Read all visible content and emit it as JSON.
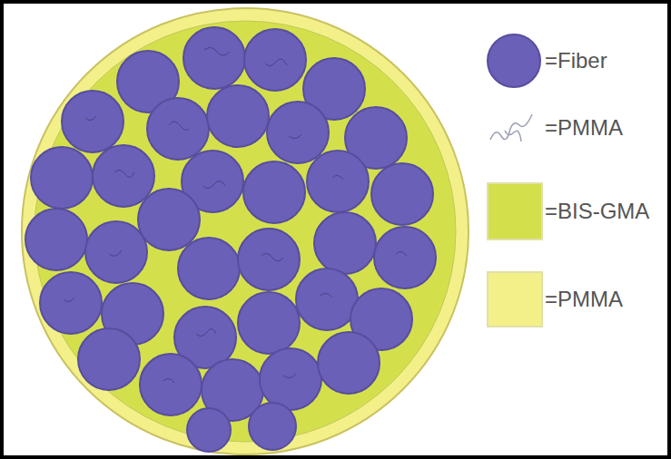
{
  "diagram": {
    "legend": [
      {
        "text": "=Fiber",
        "color": "#6b60b8"
      },
      {
        "text": "=PMMA"
      },
      {
        "text": "=BIS-GMA",
        "color": "#d3e04c"
      },
      {
        "text": "=PMMA",
        "color": "#f3f08a"
      }
    ]
  }
}
